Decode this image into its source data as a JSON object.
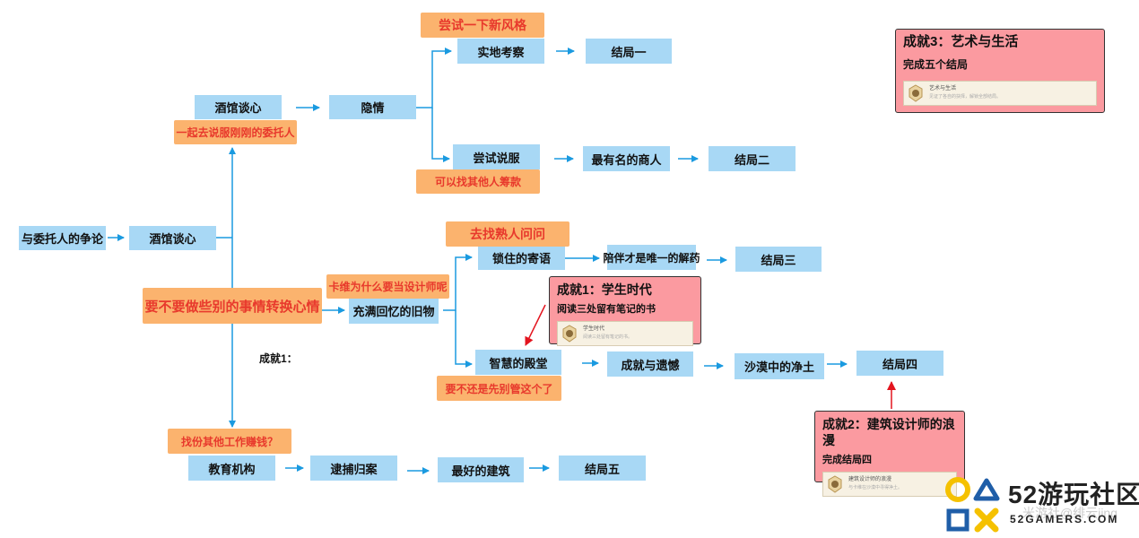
{
  "nodes": {
    "dispute": "与委托人的争论",
    "tavern_heart_1": "酒馆谈心",
    "tavern_heart_2": "酒馆谈心",
    "hidden_feelings": "隐情",
    "field_study": "实地考察",
    "ending_1": "结局一",
    "try_persuade": "尝试说服",
    "famous_merchant": "最有名的商人",
    "ending_2": "结局二",
    "locked_message": "锁住的寄语",
    "companionship": "陪伴才是唯一的解药",
    "ending_3": "结局三",
    "memory_items": "充满回忆的旧物",
    "wisdom_hall": "智慧的殿堂",
    "achievement_regret": "成就与遗憾",
    "desert_land": "沙漠中的净土",
    "ending_4": "结局四",
    "education": "教育机构",
    "arrest": "逮捕归案",
    "best_building": "最好的建筑",
    "ending_5": "结局五"
  },
  "notes": {
    "new_style": "尝试一下新风格",
    "persuade_client": "一起去说服刚刚的委托人",
    "find_funding": "可以找其他人筹款",
    "ask_friend": "去找熟人问问",
    "why_designer": "卡维为什么要当设计师呢",
    "switch_mood": "要不要做些别的事情转换心情",
    "leave_it": "要不还是先别管这个了",
    "find_job": "找份其他工作赚钱？"
  },
  "labels": {
    "achievement_1_label": "成就1："
  },
  "achievements": {
    "a1": {
      "title": "成就1：学生时代",
      "subtitle": "阅读三处留有笔记的书",
      "card_title": "学生时代",
      "card_desc": "阅读三处留有笔记的书。"
    },
    "a2": {
      "title": "成就2：建筑设计师的浪漫",
      "subtitle": "完成结局四",
      "card_title": "建筑设计师的浪漫",
      "card_desc": "与卡维在沙漠中寻得净土。"
    },
    "a3": {
      "title": "成就3：艺术与生活",
      "subtitle": "完成五个结局",
      "card_title": "艺术与生活",
      "card_desc": "见证了各自的抉择，解锁全部结局。"
    }
  },
  "branding": {
    "logo_number": "52",
    "logo_text": "游玩社区",
    "logo_domain": "52GAMERS.COM",
    "watermark": "米游社@绯云jing"
  },
  "colors": {
    "node_fill": "#a8d8f5",
    "note_fill": "#fbb36e",
    "note_text": "#e8392c",
    "connector": "#1a9ae0",
    "achievement_fill": "#fb9aa0",
    "achievement_arrow": "#e3141e",
    "logo_yellow": "#f5c100",
    "logo_blue": "#1f5ea8"
  }
}
